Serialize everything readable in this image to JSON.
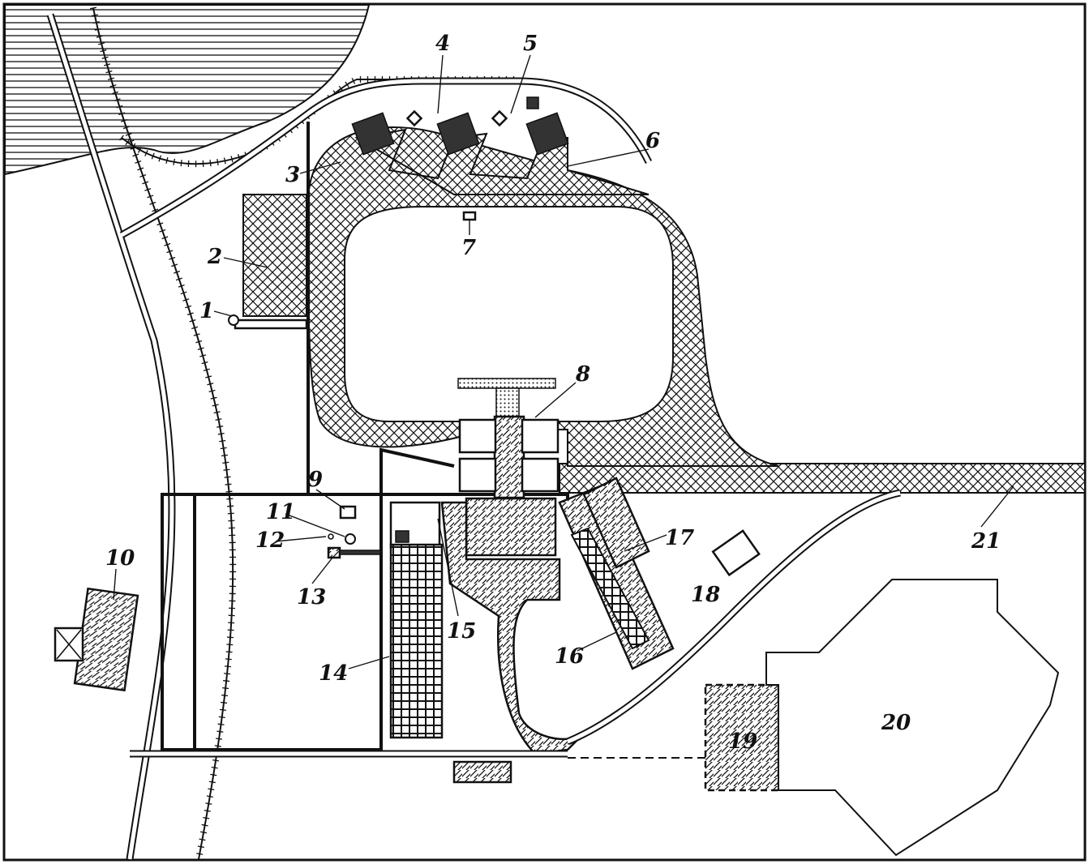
{
  "callouts": [
    {
      "id": "1",
      "text": "1"
    },
    {
      "id": "2",
      "text": "2"
    },
    {
      "id": "3",
      "text": "3"
    },
    {
      "id": "4",
      "text": "4"
    },
    {
      "id": "5",
      "text": "5"
    },
    {
      "id": "6",
      "text": "6"
    },
    {
      "id": "7",
      "text": "7"
    },
    {
      "id": "8",
      "text": "8"
    },
    {
      "id": "9",
      "text": "9"
    },
    {
      "id": "10",
      "text": "10"
    },
    {
      "id": "11",
      "text": "11"
    },
    {
      "id": "12",
      "text": "12"
    },
    {
      "id": "13",
      "text": "13"
    },
    {
      "id": "14",
      "text": "14"
    },
    {
      "id": "15",
      "text": "15"
    },
    {
      "id": "16",
      "text": "16"
    },
    {
      "id": "17",
      "text": "17"
    },
    {
      "id": "18",
      "text": "18"
    },
    {
      "id": "19",
      "text": "19"
    },
    {
      "id": "20",
      "text": "20"
    },
    {
      "id": "21",
      "text": "21"
    }
  ],
  "colors": {
    "ink": "#111111",
    "paper": "#ffffff"
  }
}
